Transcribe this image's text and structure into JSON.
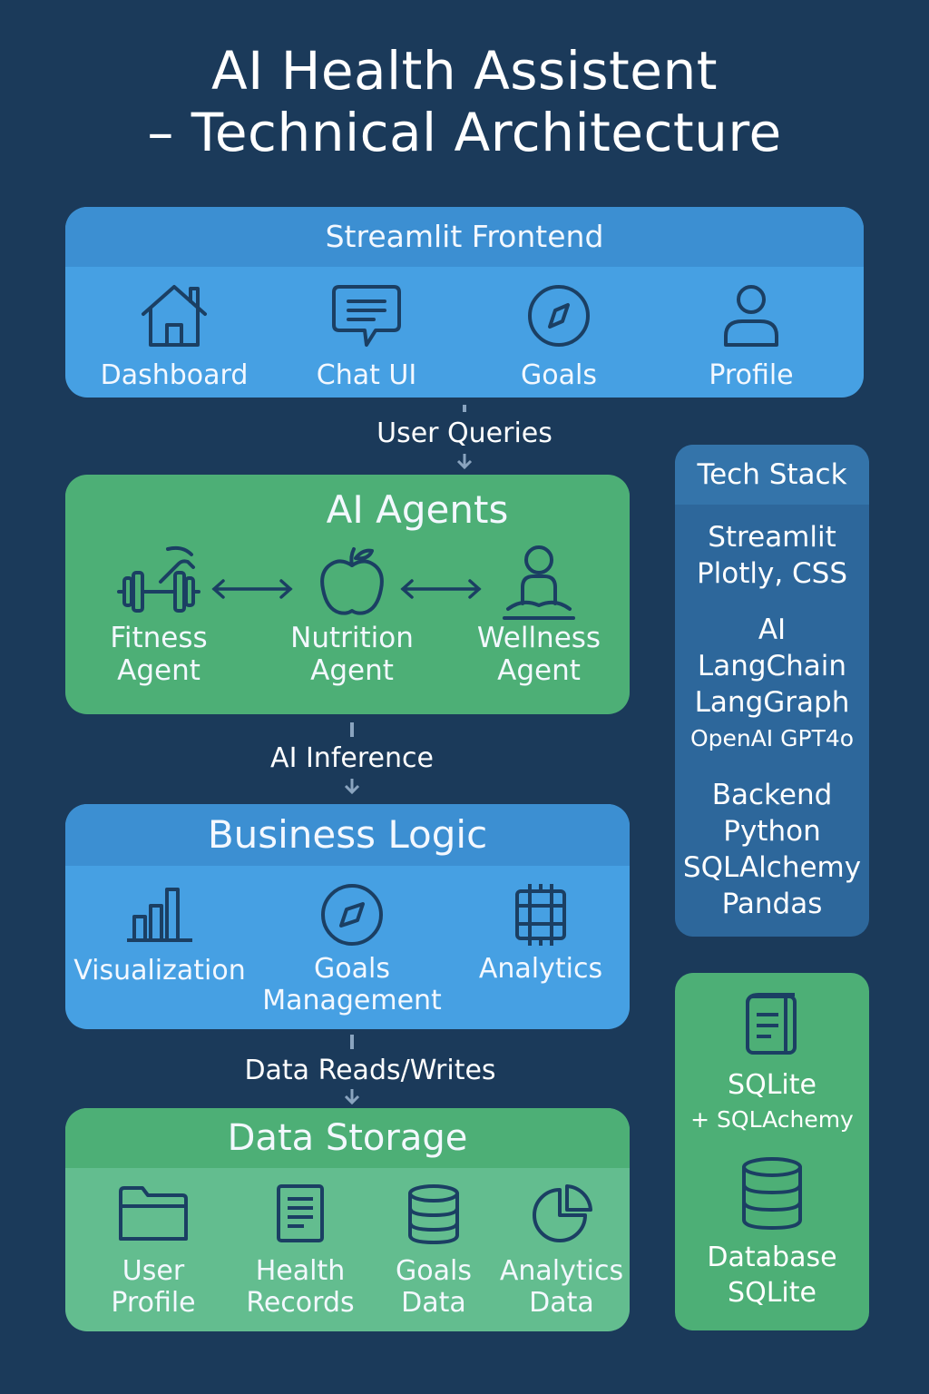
{
  "title": {
    "line1": "AI Health Assistent",
    "line2": "– Technical Architecture"
  },
  "frontend": {
    "header": "Streamlit Frontend",
    "items": [
      {
        "label": "Dashboard",
        "icon": "home-icon"
      },
      {
        "label": "Chat UI",
        "icon": "chat-icon"
      },
      {
        "label": "Goals",
        "icon": "compass-icon"
      },
      {
        "label": "Profile",
        "icon": "user-icon"
      }
    ]
  },
  "connectors": {
    "user_queries": "User Queries",
    "ai_inference": "AI Inference",
    "data_rw": "Data Reads/Writes"
  },
  "agents": {
    "header": "AI Agents",
    "items": [
      {
        "line1": "Fitness",
        "line2": "Agent",
        "icon": "dumbbell-icon"
      },
      {
        "line1": "Nutrition",
        "line2": "Agent",
        "icon": "apple-icon"
      },
      {
        "line1": "Wellness",
        "line2": "Agent",
        "icon": "meditation-icon"
      }
    ]
  },
  "business": {
    "header": "Business Logic",
    "items": [
      {
        "line1": "Visualization",
        "line2": "",
        "icon": "bar-chart-icon"
      },
      {
        "line1": "Goals",
        "line2": "Management",
        "icon": "compass-icon"
      },
      {
        "line1": "Analytics",
        "line2": "",
        "icon": "chip-icon"
      }
    ]
  },
  "storage": {
    "header": "Data Storage",
    "items": [
      {
        "line1": "User",
        "line2": "Profile",
        "icon": "folder-icon"
      },
      {
        "line1": "Health",
        "line2": "Records",
        "icon": "document-icon"
      },
      {
        "line1": "Goals",
        "line2": "Data",
        "icon": "database-icon"
      },
      {
        "line1": "Analytics",
        "line2": "Data",
        "icon": "pie-chart-icon"
      }
    ]
  },
  "tech_stack": {
    "header": "Tech Stack",
    "frontend": [
      "Streamlit",
      "Plotly, CSS"
    ],
    "ai": [
      "AI",
      "LangChain",
      "LangGraph",
      "OpenAI GPT4o"
    ],
    "backend": [
      "Backend",
      "Python",
      "SQLAlchemy",
      "Pandas"
    ]
  },
  "db_box": {
    "top_label1": "SQLite",
    "top_label2": "+ SQLAchemy",
    "bottom_label1": "Database",
    "bottom_label2": "SQLite"
  },
  "colors": {
    "background": "#1b3a5a",
    "blue_panel": "#46a0e3",
    "blue_header": "#3c8fd2",
    "green_panel": "#4daf76",
    "icon_stroke": "#1b3f63"
  }
}
